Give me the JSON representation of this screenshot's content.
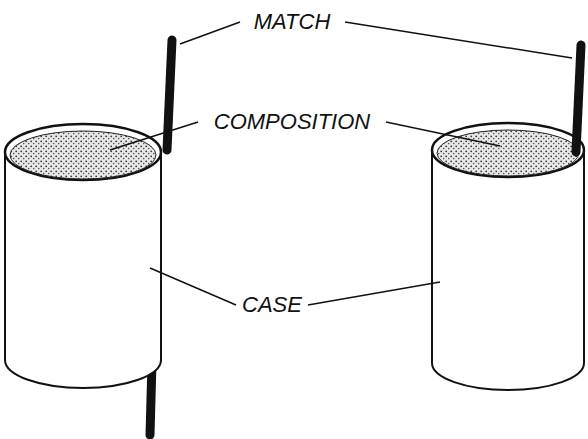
{
  "diagram": {
    "labels": [
      "MATCH",
      "COMPOSITION",
      "CASE"
    ]
  }
}
